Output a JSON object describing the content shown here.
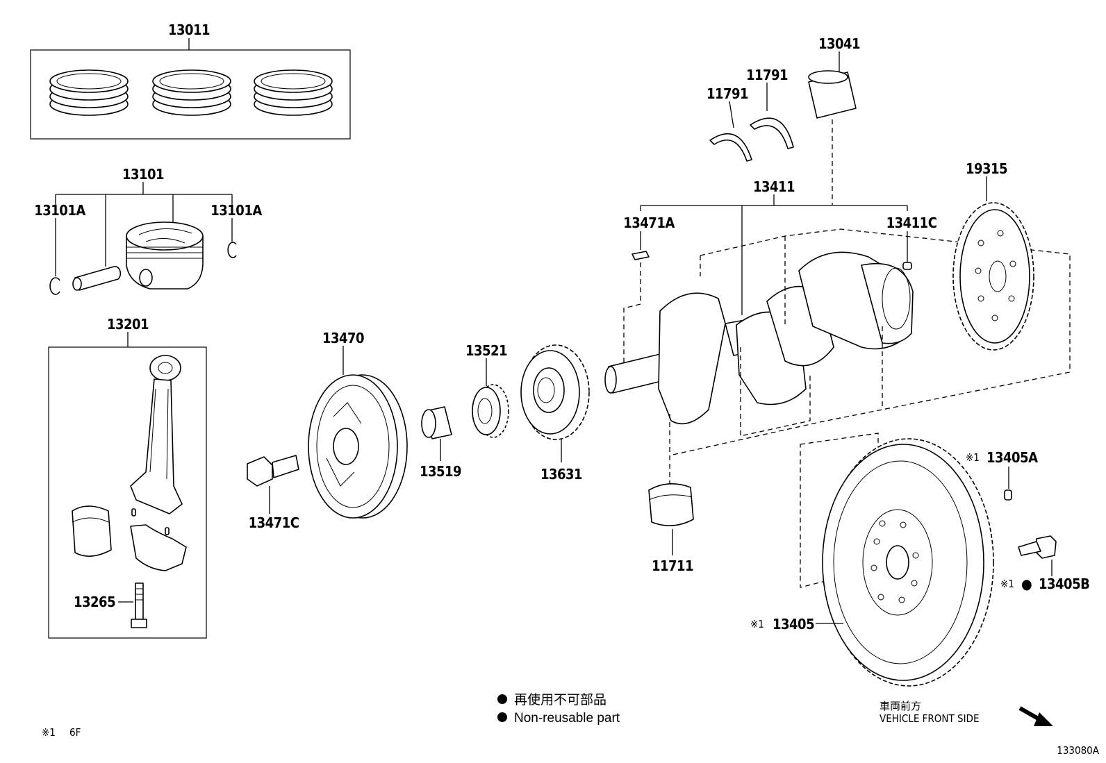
{
  "parts": {
    "p13011": "13011",
    "p13101": "13101",
    "p13101A_left": "13101A",
    "p13101A_right": "13101A",
    "p13201": "13201",
    "p13265": "13265",
    "p13470": "13470",
    "p13471C": "13471C",
    "p13519": "13519",
    "p13521": "13521",
    "p13631": "13631",
    "p13041": "13041",
    "p11791_left": "11791",
    "p11791_right": "11791",
    "p13411": "13411",
    "p13471A": "13471A",
    "p13411C": "13411C",
    "p19315": "19315",
    "p11711": "11711",
    "p13405A": "13405A",
    "p13405B": "13405B",
    "p13405": "13405"
  },
  "marks": {
    "ref1": "※1",
    "bullet": "●"
  },
  "legend": {
    "jp": "再使用不可部品",
    "en": "Non-reusable part"
  },
  "note": {
    "mark": "※1",
    "text": "6F"
  },
  "front": {
    "jp": "車両前方",
    "en": "VEHICLE FRONT SIDE"
  },
  "figure_id": "133080A"
}
